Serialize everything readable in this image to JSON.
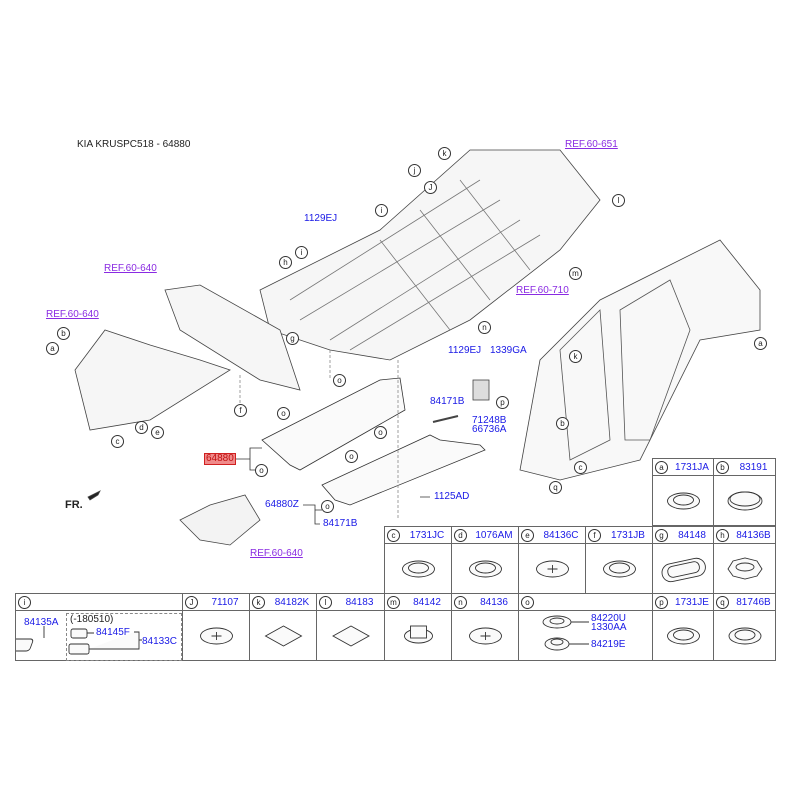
{
  "title": "KIA KRUSPC518 - 64880",
  "refs": [
    "REF.60-651",
    "REF.60-640",
    "REF.60-640",
    "REF.60-710",
    "REF.60-640"
  ],
  "labels": {
    "bolt_top": "1129EJ",
    "bolt_right": "1129EJ",
    "nut": "1339GA",
    "strip": "84171B",
    "bracket_a": "71248B",
    "bracket_b": "66736A",
    "main_part": "64880",
    "cover_z": "64880Z",
    "strip_lower": "84171B",
    "bolt_lower": "1125AD",
    "front": "FR."
  },
  "callouts": [
    "k",
    "j",
    "J",
    "i",
    "l",
    "m",
    "h",
    "i",
    "g",
    "n",
    "a",
    "b",
    "c",
    "d",
    "e",
    "f",
    "o",
    "o",
    "o",
    "o",
    "o",
    "o",
    "p",
    "k",
    "b",
    "c",
    "q",
    "a"
  ],
  "highlight_color": "#f08a8a",
  "ref_color": "#8a2be2",
  "part_color": "#1a1ae6",
  "table": [
    {
      "key": "a",
      "part": "1731JA"
    },
    {
      "key": "b",
      "part": "83191"
    },
    {
      "key": "c",
      "part": "1731JC"
    },
    {
      "key": "d",
      "part": "1076AM"
    },
    {
      "key": "e",
      "part": "84136C"
    },
    {
      "key": "f",
      "part": "1731JB"
    },
    {
      "key": "g",
      "part": "84148"
    },
    {
      "key": "h",
      "part": "84136B"
    },
    {
      "key": "i",
      "part": "",
      "sub": {
        "single": "84135A",
        "note": "(-180510)",
        "p1": "84145F",
        "p2": "84133C"
      }
    },
    {
      "key": "J",
      "part": "71107"
    },
    {
      "key": "k",
      "part": "84182K"
    },
    {
      "key": "l",
      "part": "84183"
    },
    {
      "key": "m",
      "part": "84142"
    },
    {
      "key": "n",
      "part": "84136"
    },
    {
      "key": "o",
      "part": "",
      "sub": {
        "p1": "84220U",
        "p2": "1330AA",
        "p3": "84219E"
      }
    },
    {
      "key": "p",
      "part": "1731JE"
    },
    {
      "key": "q",
      "part": "81746B"
    }
  ]
}
